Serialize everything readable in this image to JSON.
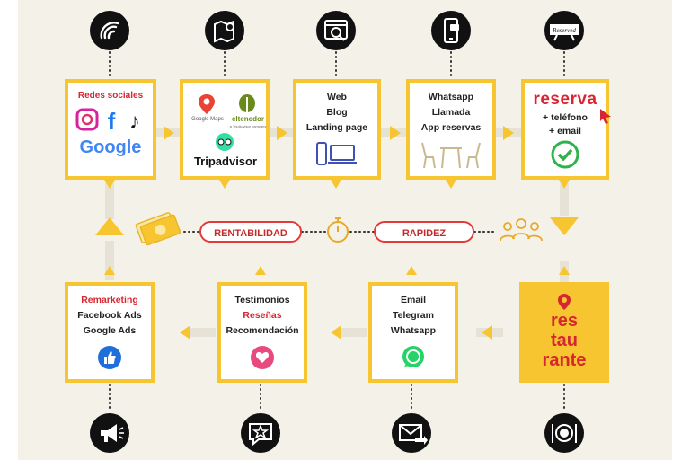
{
  "step1": {
    "title": "Redes sociales",
    "google": "Google"
  },
  "step2": {
    "googlemaps": "Google Maps",
    "eltenedor": "eltenedor",
    "eltenedor_sub": "a TripAdvisor company",
    "tripadvisor": "Tripadvisor"
  },
  "step3": {
    "lines": [
      "Web",
      "Blog",
      "Landing page"
    ]
  },
  "step4": {
    "lines": [
      "Whatsapp",
      "Llamada",
      "App reservas"
    ]
  },
  "step5": {
    "title": "reserva",
    "lines": [
      "+ teléfono",
      "+ email"
    ],
    "sign": "Reserved"
  },
  "step6": {
    "lines": [
      "res",
      "tau",
      "rante"
    ]
  },
  "step7": {
    "lines": [
      "Email",
      "Telegram",
      "Whatsapp"
    ]
  },
  "step8": {
    "lines": [
      "Testimonios",
      "Reseñas",
      "Recomendación"
    ]
  },
  "step9": {
    "lines": [
      "Remarketing",
      "Facebook Ads",
      "Google Ads"
    ]
  },
  "center": {
    "left_pill": "RENTABILIDAD",
    "right_pill": "RAPIDEZ"
  },
  "colors": {
    "accent_yellow": "#f7c52f",
    "accent_red": "#d72631",
    "background": "#f4f1e8",
    "dark": "#111111"
  },
  "icons": [
    "wifi-icon",
    "map-pin-icon",
    "web-browser-icon",
    "phone-chat-icon",
    "reserved-sign-icon",
    "megaphone-icon",
    "star-chat-icon",
    "envelope-send-icon",
    "plate-cutlery-icon",
    "money-icon",
    "stopwatch-icon",
    "group-icon"
  ]
}
